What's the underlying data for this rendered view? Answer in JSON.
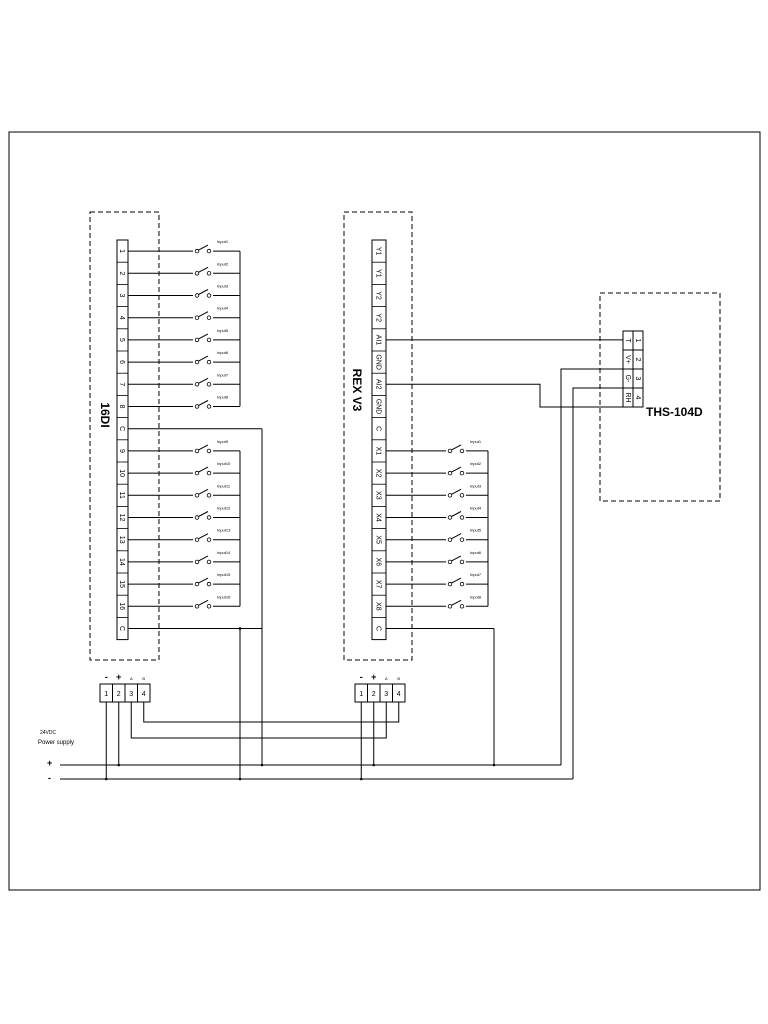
{
  "modules": {
    "di16": {
      "name": "16DI",
      "terminals": [
        "1",
        "2",
        "3",
        "4",
        "5",
        "6",
        "7",
        "8",
        "C",
        "9",
        "10",
        "11",
        "12",
        "13",
        "14",
        "15",
        "16",
        "C"
      ],
      "inputs": [
        "Input1",
        "Input2",
        "Input3",
        "Input4",
        "Input5",
        "Input6",
        "Input7",
        "Input8",
        "Input9",
        "Input10",
        "Input11",
        "Input12",
        "Input13",
        "Input14",
        "Input15",
        "Input16"
      ]
    },
    "rex": {
      "name": "REX V3",
      "terminals": [
        "Y1",
        "Y1",
        "Y2",
        "Y2",
        "AI1",
        "GND",
        "AI2",
        "GND",
        "C",
        "X1",
        "X2",
        "X3",
        "X4",
        "X5",
        "X6",
        "X7",
        "X8",
        "C"
      ],
      "inputs": [
        "Input1",
        "Input2",
        "Input3",
        "Input4",
        "Input5",
        "Input6",
        "Input7",
        "Input8"
      ]
    },
    "ths": {
      "name": "THS-104D",
      "numbers": [
        "1",
        "2",
        "3",
        "4"
      ],
      "labels": [
        "T",
        "V+",
        "G-",
        "RH"
      ]
    }
  },
  "bus_connectors": {
    "polarity": [
      "-",
      "+",
      "A",
      "B"
    ],
    "pins": [
      "1",
      "2",
      "3",
      "4"
    ]
  },
  "power": {
    "voltage": "24VDC",
    "label": "Power supply",
    "plus": "+",
    "minus": "-"
  }
}
